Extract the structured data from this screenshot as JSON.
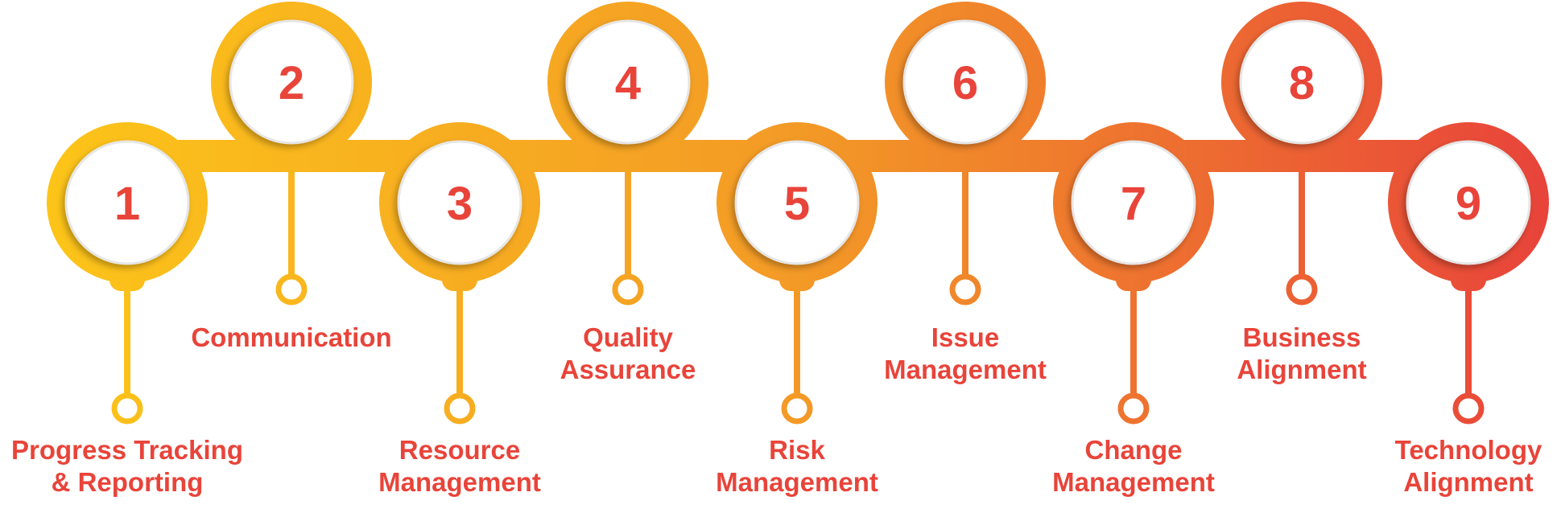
{
  "steps": [
    {
      "number": "1",
      "label_lines": [
        "Progress Tracking",
        "& Reporting"
      ]
    },
    {
      "number": "2",
      "label_lines": [
        "Communication"
      ]
    },
    {
      "number": "3",
      "label_lines": [
        "Resource",
        "Management"
      ]
    },
    {
      "number": "4",
      "label_lines": [
        "Quality",
        "Assurance"
      ]
    },
    {
      "number": "5",
      "label_lines": [
        "Risk",
        "Management"
      ]
    },
    {
      "number": "6",
      "label_lines": [
        "Issue",
        "Management"
      ]
    },
    {
      "number": "7",
      "label_lines": [
        "Change",
        "Management"
      ]
    },
    {
      "number": "8",
      "label_lines": [
        "Business",
        "Alignment"
      ]
    },
    {
      "number": "9",
      "label_lines": [
        "Technology",
        "Alignment"
      ]
    }
  ],
  "colors": {
    "gradient_start": "#fcc419",
    "gradient_mid": "#f39a26",
    "gradient_end": "#e8443a",
    "number_text": "#e8443a",
    "label_text": "#e8443a",
    "inner_circle": "#ffffff",
    "inner_ring": "#e6e6e6"
  }
}
